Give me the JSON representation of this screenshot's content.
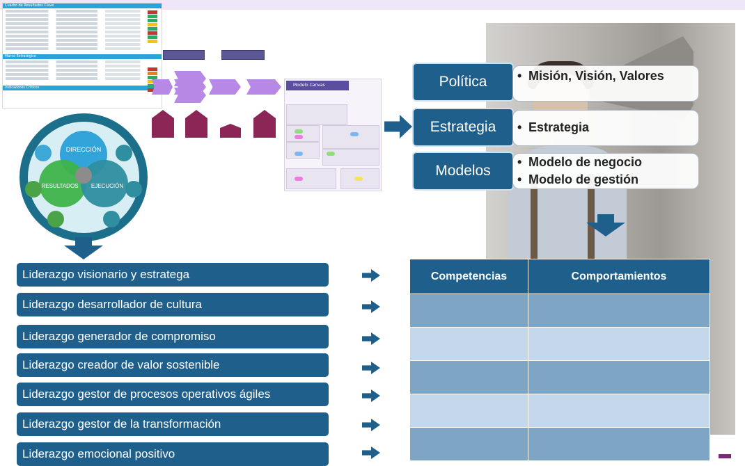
{
  "slide": {
    "policy_rows": [
      {
        "label": "Política",
        "bullets": [
          "Misión, Visión, Valores"
        ]
      },
      {
        "label": "Estrategia",
        "bullets": [
          "Estrategia"
        ]
      },
      {
        "label": "Modelos",
        "bullets": [
          "Modelo de negocio",
          "Modelo de gestión"
        ]
      }
    ],
    "leadership": [
      "Liderazgo visionario y estratega",
      "Liderazgo desarrollador de cultura",
      "Liderazgo generador de compromiso",
      "Liderazgo creador de valor sostenible",
      "Liderazgo gestor de procesos operativos ágiles",
      "Liderazgo gestor de la transformación",
      "Liderazgo emocional positivo"
    ],
    "table": {
      "headers": [
        "Competencias",
        "Comportamientos"
      ],
      "rows": [
        [
          "",
          ""
        ],
        [
          "",
          ""
        ],
        [
          "",
          ""
        ],
        [
          "",
          ""
        ],
        [
          "",
          ""
        ]
      ]
    },
    "wheel": {
      "top": "DIRECCIÓN",
      "left": "RESULTADOS",
      "right": "EJECUCIÓN"
    },
    "thumbnails": {
      "doc_header_1": "Cuadro de Resultados Clave",
      "doc_header_2": "Marco Estratégico",
      "doc_header_3": "Indicadores Críticos",
      "canvas_title": "Modelo Canvas"
    }
  },
  "colors": {
    "primary": "#1f5f8c",
    "table_dark": "#7ea6c4",
    "table_light": "#c5d7ea",
    "flow_top": "#5d5795",
    "flow_arrow": "#b888e6",
    "flow_house": "#8c2656"
  }
}
